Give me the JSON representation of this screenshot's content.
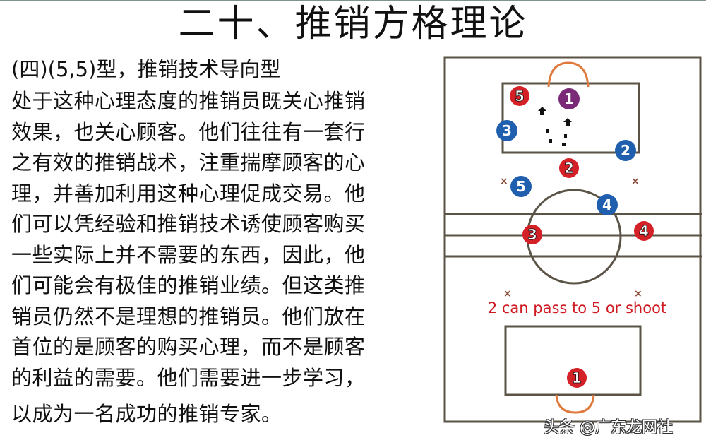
{
  "slide": {
    "title": "二十、推销方格理论",
    "subtitle": "(四)(5,5)型，推销技术导向型",
    "body_lines": [
      " 处于这种心理态度的推销员既关心推销",
      "效果，也关心顾客。他们往往有一套行",
      "之有效的推销战术，注重揣摩顾客的心",
      "理，并善加利用这种心理促成交易。他",
      "们可以凭经验和推销技术诱使顾客购买",
      "一些实际上并不需要的东西，因此，他",
      "们可能会有极佳的推销业绩。但这类推",
      "销员仍然不是理想的推销员。他们放在",
      "首位的是顾客的购买心理，而不是顾客",
      "的利益的需要。他们需要进一步学习，",
      "以成为一名成功的推销专家。"
    ]
  },
  "diagram": {
    "caption": "2 can pass to 5 or shoot",
    "colors": {
      "line": "#5a5346",
      "red_player": "#d42027",
      "blue_player": "#1f5fae",
      "purple_player": "#7b2a78",
      "hoop": "#e07a3c",
      "cross": "#8a4a35",
      "caption": "#d01a22"
    },
    "players": [
      {
        "team": "red",
        "number": "5"
      },
      {
        "team": "purple",
        "number": "1"
      },
      {
        "team": "blue",
        "number": "3"
      },
      {
        "team": "blue",
        "number": "2"
      },
      {
        "team": "red",
        "number": "2"
      },
      {
        "team": "blue",
        "number": "5"
      },
      {
        "team": "blue",
        "number": "4"
      },
      {
        "team": "red",
        "number": "3"
      },
      {
        "team": "red",
        "number": "4"
      },
      {
        "team": "red",
        "number": "1"
      }
    ]
  },
  "watermark": "头条 @广东龙网社"
}
